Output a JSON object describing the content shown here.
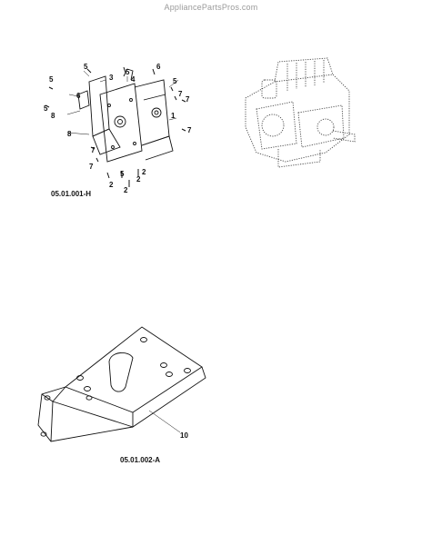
{
  "watermark": "AppliancePartsPros.com",
  "diagram1": {
    "code": "05.01.001-H",
    "callouts": [
      "5",
      "3",
      "5",
      "4",
      "6",
      "5",
      "6",
      "5",
      "5",
      "8",
      "7",
      "1",
      "8",
      "7",
      "7",
      "7",
      "7",
      "5",
      "2",
      "2",
      "2",
      "2"
    ]
  },
  "diagram2": {
    "code": "05.01.002-A",
    "callouts": [
      "10"
    ]
  }
}
